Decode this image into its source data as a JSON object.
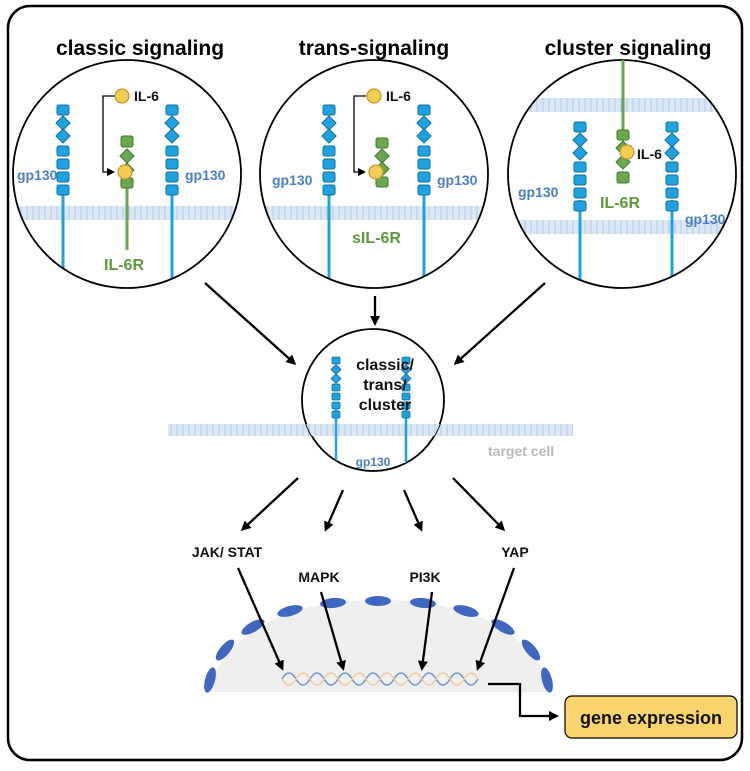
{
  "titles": {
    "classic": "classic signaling",
    "trans": "trans-signaling",
    "cluster": "cluster signaling"
  },
  "labels": {
    "gp130": "gp130",
    "il6": "IL-6",
    "il6r": "IL-6R",
    "sil6r": "sIL-6R",
    "center_line1": "classic/",
    "center_line2": "trans/",
    "center_line3": "cluster",
    "target_cell": "target cell"
  },
  "pathways": {
    "jak": "JAK/ STAT",
    "mapk": "MAPK",
    "pi3k": "PI3K",
    "yap": "YAP"
  },
  "output": {
    "gene_expression": "gene expression"
  },
  "colors": {
    "gp130_blue": "#1fa3e0",
    "il6r_green": "#6aa84f",
    "il6_yellow": "#f5cd55",
    "membrane": "#c9d9ee",
    "nucleus_dash": "#3f67c1",
    "gene_box": "#fad56e"
  }
}
